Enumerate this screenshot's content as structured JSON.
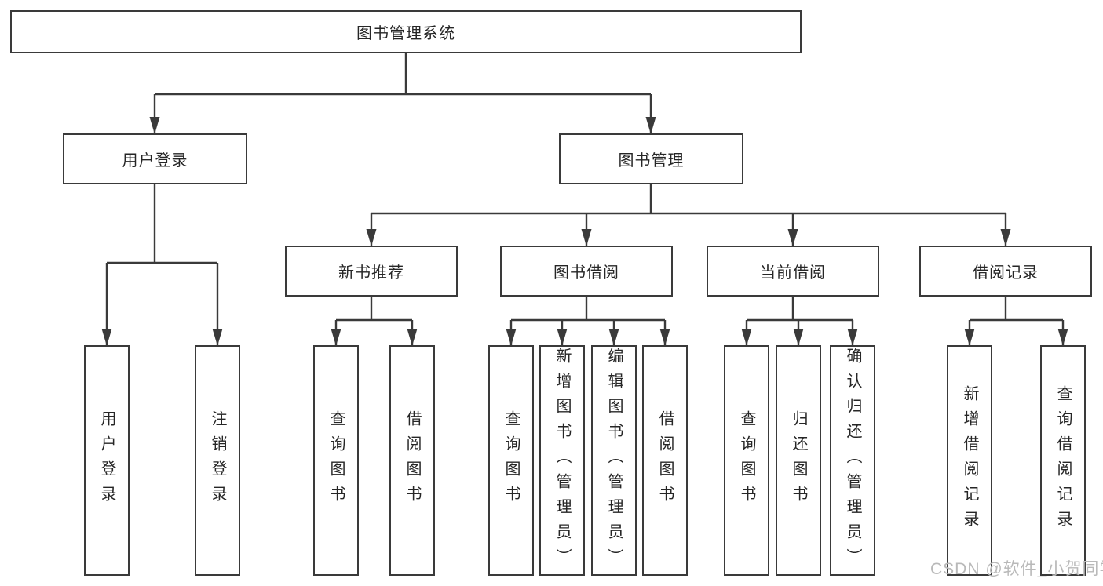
{
  "diagram": {
    "root": "图书管理系统",
    "level2": {
      "user_login": {
        "label": "用户登录",
        "children": [
          "用户登录",
          "注销登录"
        ]
      },
      "book_mgmt": {
        "label": "图书管理",
        "children": {
          "new_book": {
            "label": "新书推荐",
            "children": [
              "查询图书",
              "借阅图书"
            ]
          },
          "book_borrow": {
            "label": "图书借阅",
            "children": [
              "查询图书",
              "新增图书（管理员）",
              "编辑图书（管理员）",
              "借阅图书"
            ]
          },
          "current_borrow": {
            "label": "当前借阅",
            "children": [
              "查询图书",
              "归还图书",
              "确认归还（管理员）"
            ]
          },
          "borrow_record": {
            "label": "借阅记录",
            "children": [
              "新增借阅记录",
              "查询借阅记录"
            ]
          }
        }
      }
    }
  },
  "watermark": "CSDN @软件_小贺同学",
  "colors": {
    "line": "#3a3a3a",
    "text": "#262626",
    "watermark": "#b9b9b9",
    "bg": "#ffffff"
  }
}
